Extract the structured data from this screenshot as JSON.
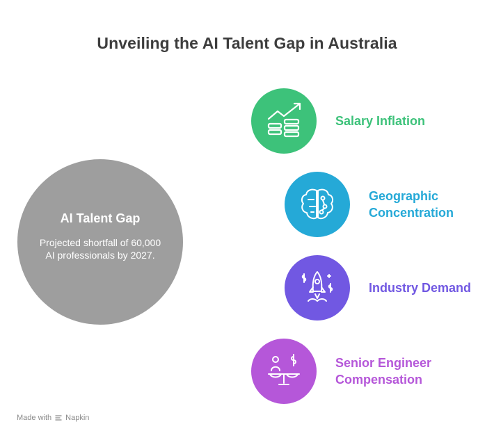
{
  "title": "Unveiling the AI Talent Gap in Australia",
  "central": {
    "title": "AI Talent Gap",
    "description": "Projected shortfall of 60,000 AI professionals by 2027.",
    "color": "#9e9e9e"
  },
  "nodes": [
    {
      "label": "Salary Inflation",
      "icon": "money-growth-icon",
      "color": "#3dc27a"
    },
    {
      "label": "Geographic Concentration",
      "icon": "brain-circuit-icon",
      "color": "#25a9d7"
    },
    {
      "label": "Industry Demand",
      "icon": "rocket-icon",
      "color": "#7158e2"
    },
    {
      "label": "Senior Engineer Compensation",
      "icon": "scale-compensation-icon",
      "color": "#b557d9"
    }
  ],
  "footer": {
    "made_with": "Made with",
    "brand": "Napkin"
  }
}
